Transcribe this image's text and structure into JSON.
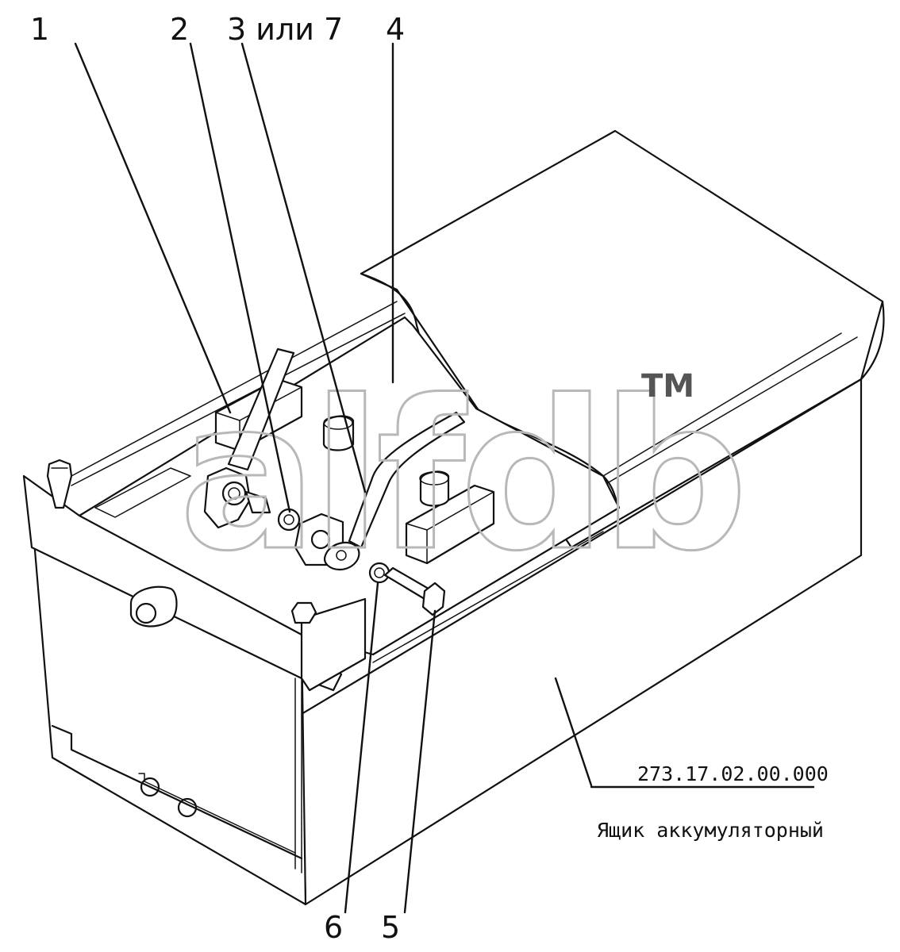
{
  "callouts": {
    "c1": "1",
    "c2": "2",
    "c3": "3 или 7",
    "c4": "4",
    "c5": "5",
    "c6": "6"
  },
  "assembly": {
    "code": "273.17.02.00.000",
    "name": "Ящик аккумуляторный"
  },
  "watermark": {
    "text": "alfdb",
    "tm": "TM"
  }
}
